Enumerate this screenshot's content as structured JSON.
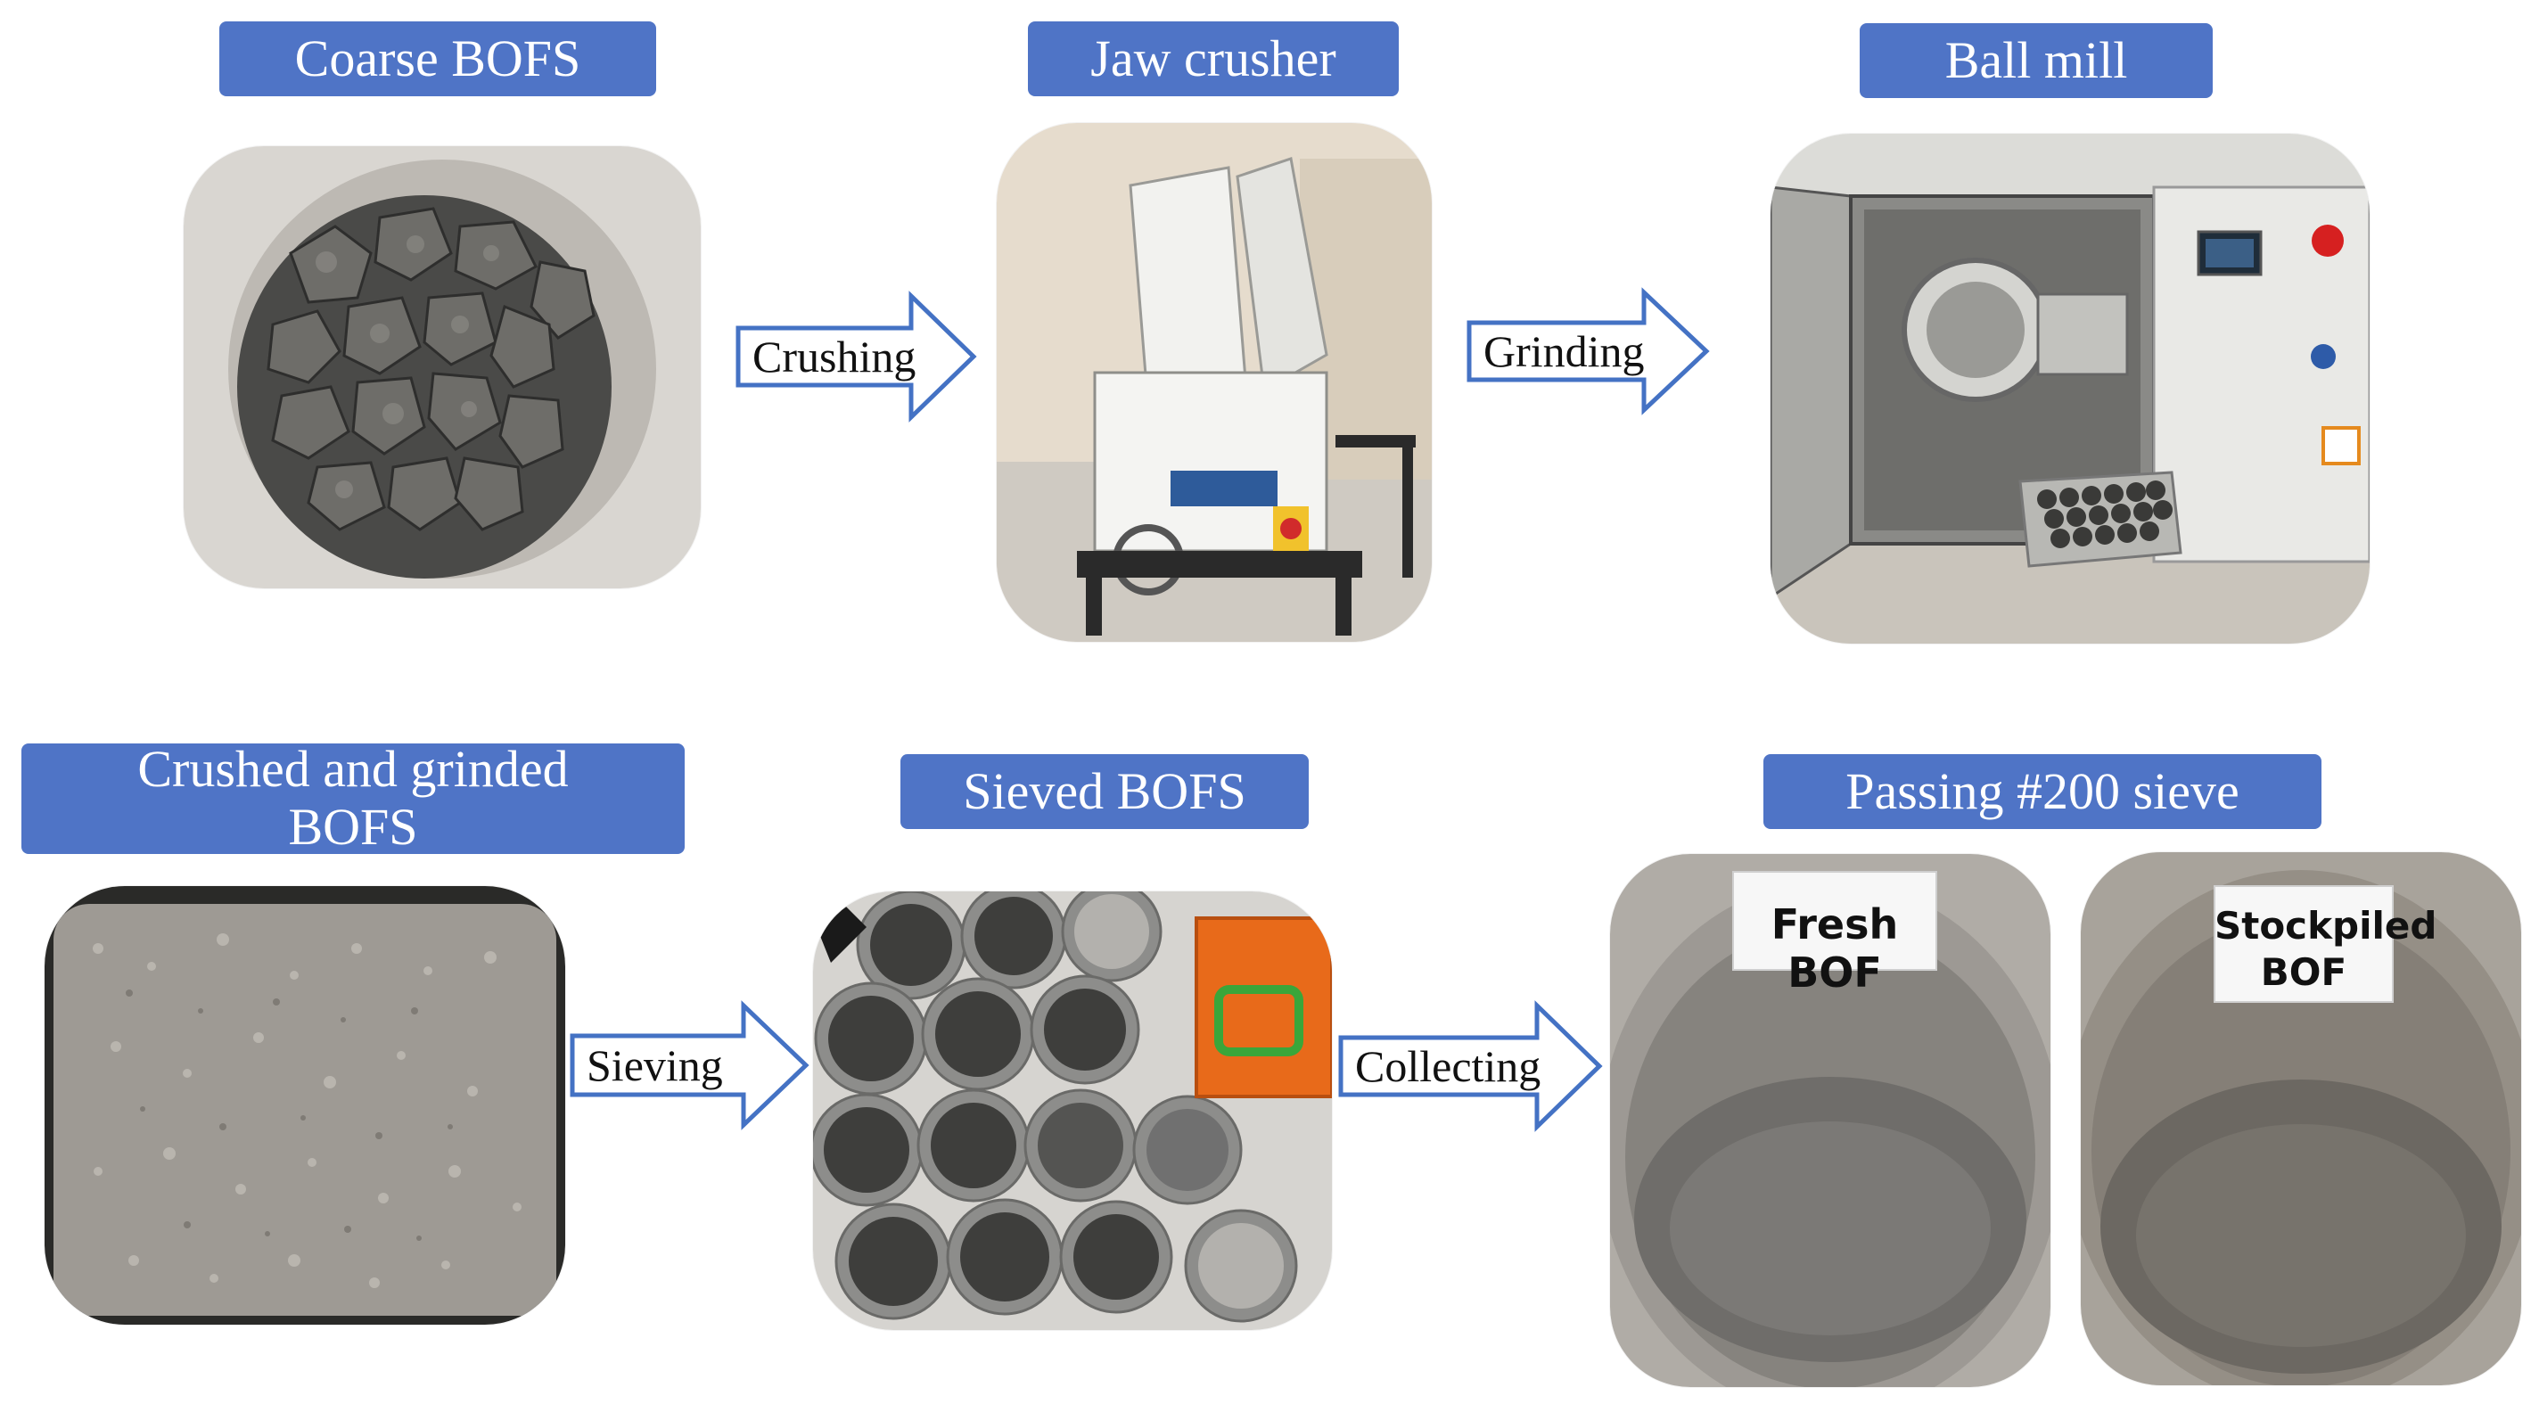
{
  "colors": {
    "label_fill": "#4f74c6",
    "label_text": "#ffffff",
    "arrow_stroke": "#4472c4",
    "arrow_fill": "#ffffff"
  },
  "stages": {
    "coarse": {
      "label": "Coarse BOFS"
    },
    "jaw": {
      "label": "Jaw crusher"
    },
    "ball": {
      "label": "Ball mill"
    },
    "crushed": {
      "label_line1": "Crushed and grinded",
      "label_line2": "BOFS"
    },
    "sieved": {
      "label": "Sieved BOFS"
    },
    "passing": {
      "label": "Passing #200 sieve"
    }
  },
  "arrows": {
    "crushing": "Crushing",
    "grinding": "Grinding",
    "sieving": "Sieving",
    "collecting": "Collecting"
  },
  "photo_labels": {
    "fresh": "Fresh BOF",
    "stockpiled_line1": "Stockpiled",
    "stockpiled_line2": "BOF"
  }
}
